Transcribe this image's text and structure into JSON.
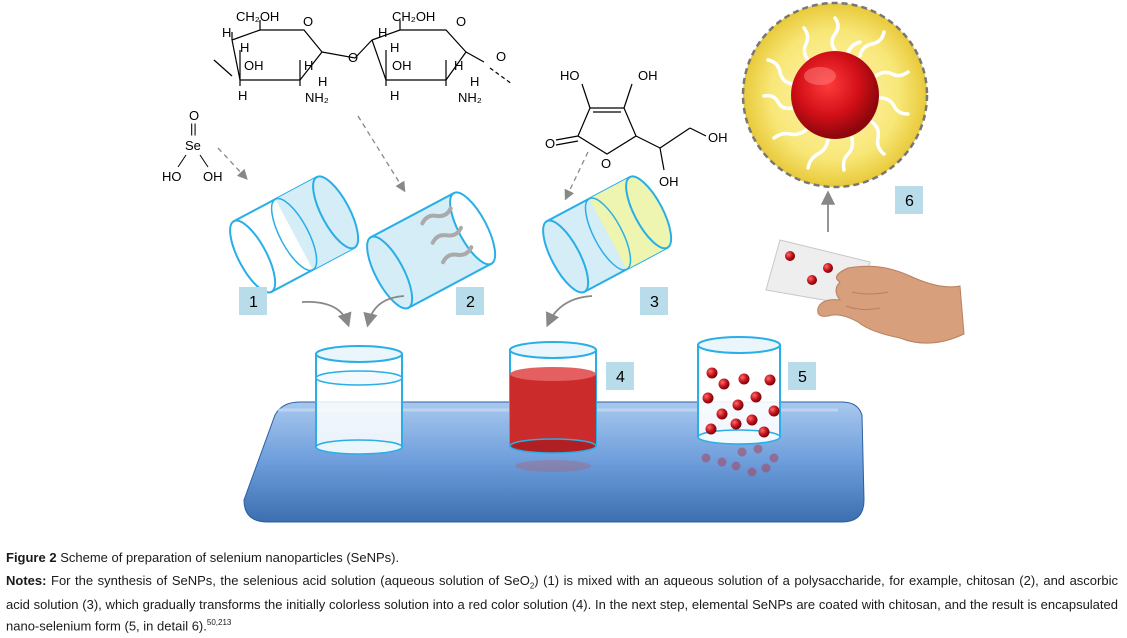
{
  "molecules": {
    "selenious_acid": {
      "o": "O",
      "dbl": "||",
      "se": "Se",
      "ho": "HO",
      "oh": "OH"
    },
    "chitosan": {
      "ch2oh": "CH₂OH",
      "ring_o": "O",
      "h": "H",
      "oh": "OH",
      "nh2": "NH₂",
      "link_o": "O"
    },
    "ascorbic_acid": {
      "ho": "HO",
      "oh_top": "OH",
      "o_keto": "O",
      "o_ring": "O",
      "oh_side": "OH",
      "oh_bottom": "OH"
    }
  },
  "labels": {
    "l1": "1",
    "l2": "2",
    "l3": "3",
    "l4": "4",
    "l5": "5",
    "l6": "6"
  },
  "colors": {
    "glass": "#29aee6",
    "red_solution": "#cc2b2b",
    "tray": "#5b95d6",
    "label_box": "#b9dcea",
    "particle": "#c0121b",
    "shell": "#f7e46a"
  },
  "caption": {
    "fig_label": "Figure 2",
    "fig_text": " Scheme of preparation of selenium nanoparticles (SeNPs).",
    "notes_label": "Notes:",
    "notes_a": " For the synthesis of SeNPs, the selenious acid solution (aqueous solution of SeO",
    "notes_sub": "2",
    "notes_b": ") (1) is mixed with an aqueous solution of a polysaccharide, for example, chitosan (2), and ascorbic acid solution (3), which gradually transforms the initially colorless solution into a red color solution (4). In the next step, elemental SeNPs are coated with chitosan, and the result is encapsulated nano-selenium form (5, in detail 6).",
    "notes_sup": "50,213"
  }
}
